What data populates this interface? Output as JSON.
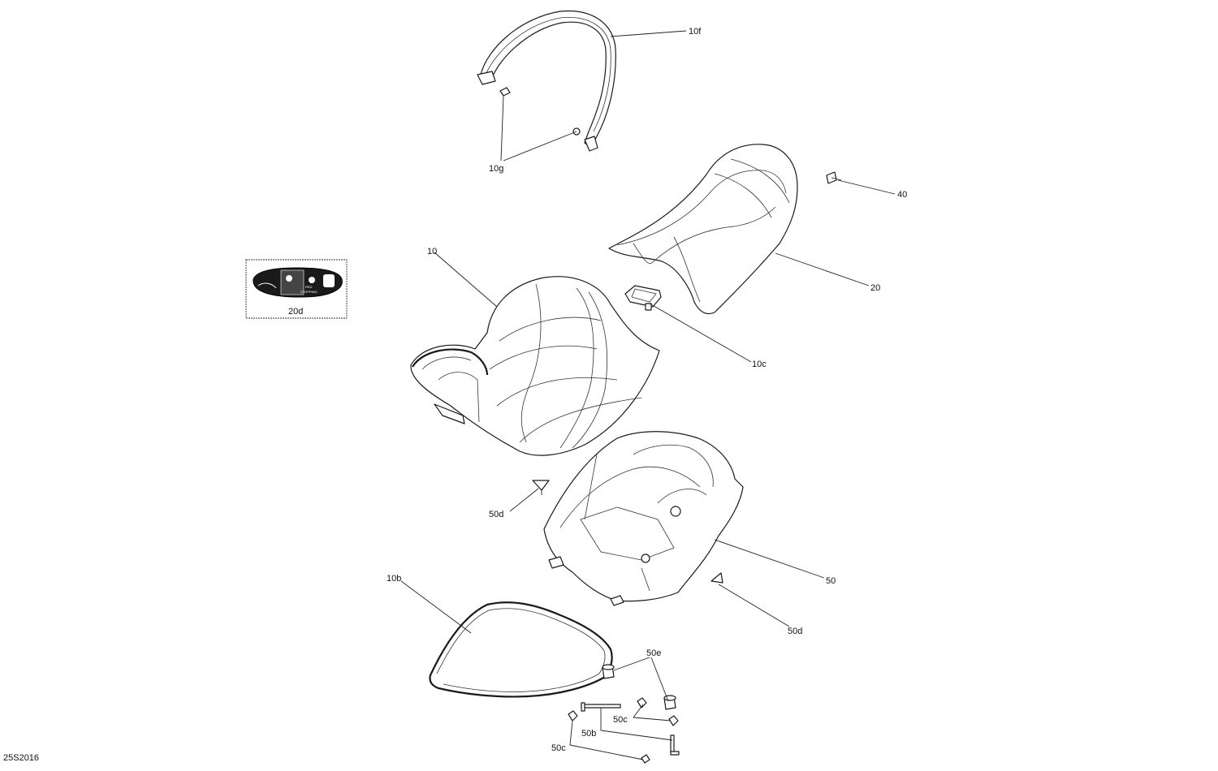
{
  "callouts": {
    "p10f": "10f",
    "p10g": "10g",
    "p40": "40",
    "p10": "10",
    "p20": "20",
    "p20d": "20d",
    "p10c": "10c",
    "p50d_left": "50d",
    "p50": "50",
    "p50d_right": "50d",
    "p10b": "10b",
    "p50e": "50e",
    "p50c_upper": "50c",
    "p50b": "50b",
    "p50c_lower": "50c"
  },
  "decal": {
    "label_red": "RED",
    "label_stop": "STOPPING"
  },
  "footer": {
    "drawing_code": "25S2016"
  }
}
